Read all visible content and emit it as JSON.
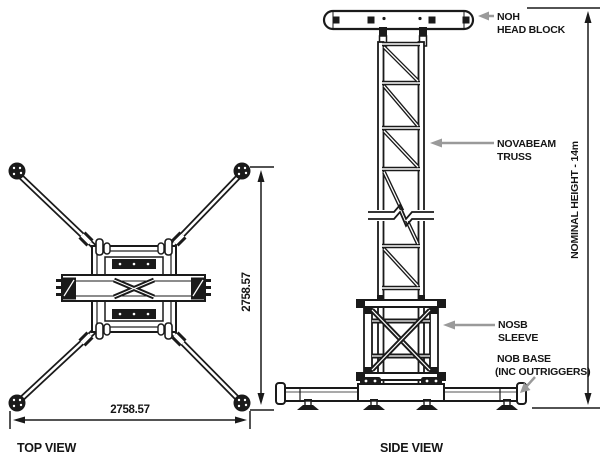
{
  "page": {
    "background": "#ffffff",
    "ink_color": "#1a1a1a",
    "leader_arrow_color": "#9a9a9a"
  },
  "top_view": {
    "title": "TOP VIEW",
    "dim_horizontal": "2758.57",
    "dim_vertical": "2758.57"
  },
  "side_view": {
    "title": "SIDE VIEW",
    "dim_height": "NOMINAL HEIGHT - 14m",
    "labels": {
      "head_block_1": "NOH",
      "head_block_2": "HEAD BLOCK",
      "truss_1": "NOVABEAM",
      "truss_2": "TRUSS",
      "sleeve_1": "NOSB",
      "sleeve_2": "SLEEVE",
      "base_1": "NOB BASE",
      "base_2": "(INC OUTRIGGERS)"
    }
  }
}
